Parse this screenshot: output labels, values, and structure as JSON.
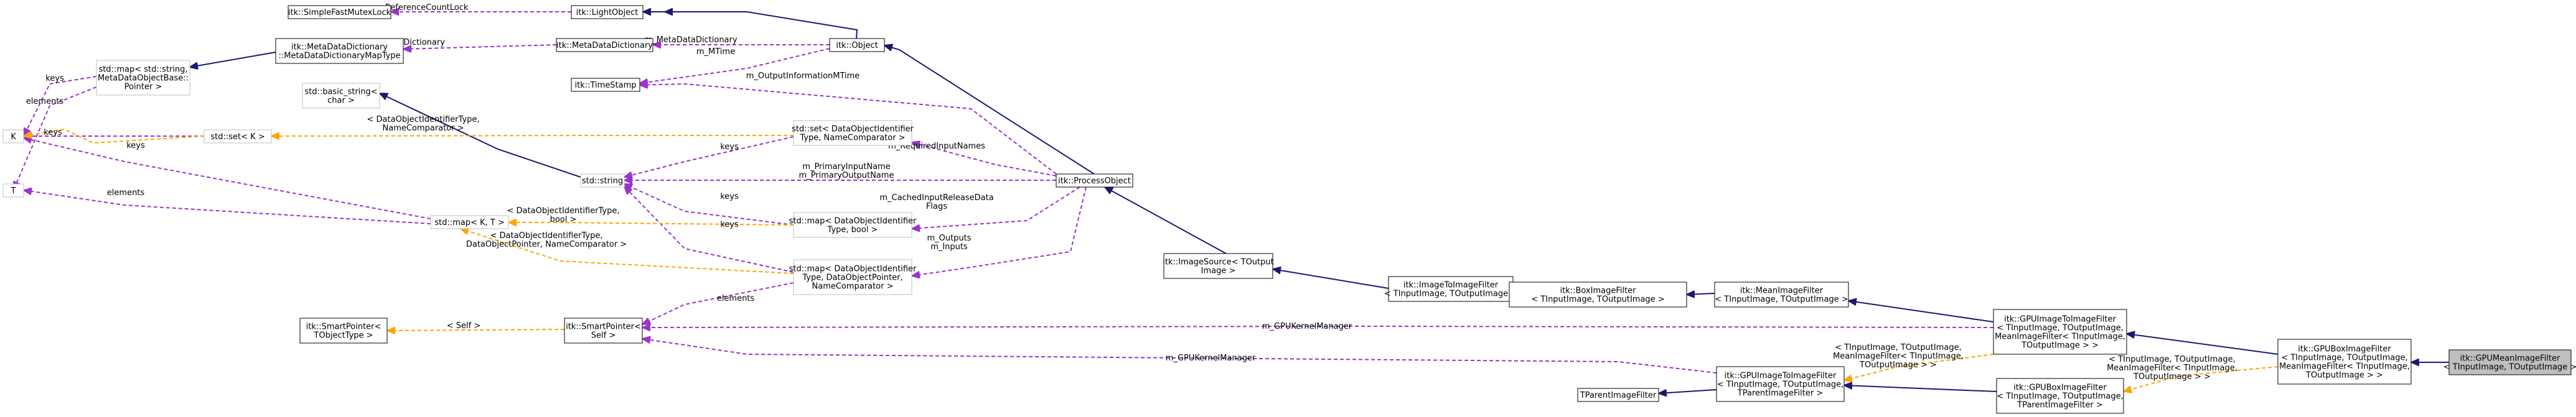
{
  "colors": {
    "inheritance": "#191970",
    "usage": "#9a32cd",
    "template": "#ffa500",
    "box_border_normal": "#000000",
    "box_border_template": "#bfbfbf",
    "highlight_fill": "#bfbfbf"
  },
  "nodes": [
    {
      "id": "simple_mutex_lock",
      "lines": [
        "itk::SimpleFastMutexLock"
      ],
      "style": "normal"
    },
    {
      "id": "light_object",
      "lines": [
        "itk::LightObject"
      ],
      "style": "normal"
    },
    {
      "id": "std_map_string",
      "lines": [
        "std::map< std::string,",
        "MetaDataObjectBase::",
        "Pointer >"
      ],
      "style": "template"
    },
    {
      "id": "meta_dict_map",
      "lines": [
        "itk::MetaDataDictionary",
        "::MetaDataDictionaryMapType"
      ],
      "style": "normal"
    },
    {
      "id": "meta_dict",
      "lines": [
        "itk::MetaDataDictionary"
      ],
      "style": "normal"
    },
    {
      "id": "itk_object",
      "lines": [
        "itk::Object"
      ],
      "style": "normal"
    },
    {
      "id": "time_stamp",
      "lines": [
        "itk::TimeStamp"
      ],
      "style": "normal"
    },
    {
      "id": "basic_string",
      "lines": [
        "std::basic_string<",
        "char >"
      ],
      "style": "template"
    },
    {
      "id": "K",
      "lines": [
        "K"
      ],
      "style": "template"
    },
    {
      "id": "set_K",
      "lines": [
        "std::set< K >"
      ],
      "style": "template"
    },
    {
      "id": "set_doid",
      "lines": [
        "std::set< DataObjectIdentifier",
        "Type, NameComparator >"
      ],
      "style": "template"
    },
    {
      "id": "std_string",
      "lines": [
        "std::string"
      ],
      "style": "template"
    },
    {
      "id": "process_object",
      "lines": [
        "itk::ProcessObject"
      ],
      "style": "normal"
    },
    {
      "id": "T",
      "lines": [
        "T"
      ],
      "style": "template"
    },
    {
      "id": "std_map_KT",
      "lines": [
        "std::map< K, T >"
      ],
      "style": "template"
    },
    {
      "id": "map_doid_bool",
      "lines": [
        "std::map< DataObjectIdentifier",
        "Type, bool >"
      ],
      "style": "template"
    },
    {
      "id": "map_doid_ptr",
      "lines": [
        "std::map< DataObjectIdentifier",
        "Type, DataObjectPointer,",
        "NameComparator >"
      ],
      "style": "template"
    },
    {
      "id": "image_source",
      "lines": [
        "itk::ImageSource< TOutput",
        "Image >"
      ],
      "style": "normal"
    },
    {
      "id": "image_to_image",
      "lines": [
        "itk::ImageToImageFilter",
        "< TInputImage, TOutputImage >"
      ],
      "style": "normal"
    },
    {
      "id": "box_image",
      "lines": [
        "itk::BoxImageFilter",
        "< TInputImage, TOutputImage >"
      ],
      "style": "normal"
    },
    {
      "id": "mean_image",
      "lines": [
        "itk::MeanImageFilter",
        "< TInputImage, TOutputImage >"
      ],
      "style": "normal"
    },
    {
      "id": "smart_ptr_T",
      "lines": [
        "itk::SmartPointer<",
        "TObjectType >"
      ],
      "style": "normal"
    },
    {
      "id": "smart_ptr_self",
      "lines": [
        "itk::SmartPointer<",
        "Self >"
      ],
      "style": "normal"
    },
    {
      "id": "gpu_i2i_mean",
      "lines": [
        "itk::GPUImageToImageFilter",
        "< TInputImage, TOutputImage,",
        "MeanImageFilter< TInputImage,",
        "TOutputImage > >"
      ],
      "style": "normal"
    },
    {
      "id": "gpu_box_mean",
      "lines": [
        "itk::GPUBoxImageFilter",
        "< TInputImage, TOutputImage,",
        "MeanImageFilter< TInputImage,",
        "TOutputImage > >"
      ],
      "style": "normal"
    },
    {
      "id": "gpu_mean",
      "lines": [
        "itk::GPUMeanImageFilter",
        "< TInputImage, TOutputImage >"
      ],
      "style": "highlight"
    },
    {
      "id": "parent_filter",
      "lines": [
        "TParentImageFilter"
      ],
      "style": "normal"
    },
    {
      "id": "gpu_i2i_parent",
      "lines": [
        "itk::GPUImageToImageFilter",
        "< TInputImage, TOutputImage,",
        "TParentImageFilter >"
      ],
      "style": "normal"
    },
    {
      "id": "gpu_box_parent",
      "lines": [
        "itk::GPUBoxImageFilter",
        "< TInputImage, TOutputImage,",
        "TParentImageFilter >"
      ],
      "style": "normal"
    }
  ],
  "edge_labels": [
    {
      "id": "ref_count_lock",
      "lines": [
        "m_ReferenceCountLock"
      ]
    },
    {
      "id": "dictionary",
      "lines": [
        "m_Dictionary"
      ]
    },
    {
      "id": "meta_data_dictionary",
      "lines": [
        "m_MetaDataDictionary"
      ]
    },
    {
      "id": "mtime",
      "lines": [
        "m_MTime"
      ]
    },
    {
      "id": "output_info_mtime",
      "lines": [
        "m_OutputInformationMTime"
      ]
    },
    {
      "id": "keys_std_map",
      "lines": [
        "keys"
      ]
    },
    {
      "id": "elements_std_map",
      "lines": [
        "elements"
      ]
    },
    {
      "id": "set_K_template",
      "lines": [
        "< DataObjectIdentifierType,",
        "NameComparator >"
      ]
    },
    {
      "id": "keys_set_K",
      "lines": [
        "keys"
      ]
    },
    {
      "id": "keys_map_KT",
      "lines": [
        "keys"
      ]
    },
    {
      "id": "elements_map_KT",
      "lines": [
        "elements"
      ]
    },
    {
      "id": "keys_set_doid",
      "lines": [
        "keys"
      ]
    },
    {
      "id": "required_input_names",
      "lines": [
        "m_RequiredInputNames"
      ]
    },
    {
      "id": "primary_names",
      "lines": [
        "m_PrimaryInputName",
        "m_PrimaryOutputName"
      ]
    },
    {
      "id": "keys_map_bool",
      "lines": [
        "keys"
      ]
    },
    {
      "id": "cached_flags",
      "lines": [
        "m_CachedInputReleaseData",
        "Flags"
      ]
    },
    {
      "id": "map_bool_template",
      "lines": [
        "< DataObjectIdentifierType,",
        "bool >"
      ]
    },
    {
      "id": "map_ptr_template",
      "lines": [
        "< DataObjectIdentifierType,",
        "DataObjectPointer, NameComparator >"
      ]
    },
    {
      "id": "keys_map_ptr",
      "lines": [
        "keys"
      ]
    },
    {
      "id": "outputs_inputs",
      "lines": [
        "m_Outputs",
        "m_Inputs"
      ]
    },
    {
      "id": "elements_smart",
      "lines": [
        "elements"
      ]
    },
    {
      "id": "self_template",
      "lines": [
        "< Self >"
      ]
    },
    {
      "id": "gpu_kernel_manager_1",
      "lines": [
        "m_GPUKernelManager"
      ]
    },
    {
      "id": "gpu_kernel_manager_2",
      "lines": [
        "m_GPUKernelManager"
      ]
    },
    {
      "id": "gpu_i2i_template",
      "lines": [
        "< TInputImage, TOutputImage,",
        "MeanImageFilter< TInputImage,",
        "TOutputImage > >"
      ]
    },
    {
      "id": "gpu_box_template",
      "lines": [
        "< TInputImage, TOutputImage,",
        "MeanImageFilter< TInputImage,",
        "TOutputImage > >"
      ]
    }
  ]
}
